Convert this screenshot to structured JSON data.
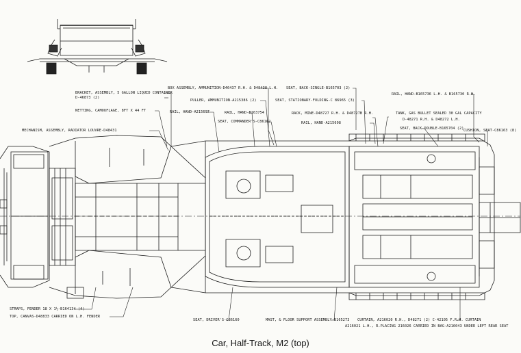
{
  "caption": "Car, Half-Track, M2 (top)",
  "callouts": [
    {
      "id": "bracket",
      "text": "BRACKET, ASSEMBLY, 5 GALLON LIQUID CONTAINER"
    },
    {
      "id": "bracket2",
      "text": "D-46873 (2)"
    },
    {
      "id": "box",
      "text": "BOX ASSEMBLY, AMMUNITION-D46437 R.H. & D48438 L.H."
    },
    {
      "id": "puller",
      "text": "PULLER, AMMUNITION-A215386 (2)"
    },
    {
      "id": "seat_single",
      "text": "SEAT, BACK-SINGLE-B165703 (2)"
    },
    {
      "id": "seat_stationary",
      "text": "SEAT, STATIONARY-FOLDING-C 86965 (3)"
    },
    {
      "id": "rail_hand_right",
      "text": "RAIL, HAND-B165736 L.H. & B165730 R.H."
    },
    {
      "id": "netting",
      "text": "NETTING, CAMOUFLAGE, 8FT X 44 FT"
    },
    {
      "id": "rail_hand_a",
      "text": "RAIL, HAND-A215697"
    },
    {
      "id": "rail_hand_b",
      "text": "RAIL, HAND-B163754"
    },
    {
      "id": "seat_commander",
      "text": "SEAT, COMMANDER'S-C86162"
    },
    {
      "id": "rack",
      "text": "RACK, MINE-D48727 R.H. & D48727B R.H."
    },
    {
      "id": "rail_hand_c",
      "text": "RAIL, HAND-A215698"
    },
    {
      "id": "tank",
      "text": "TANK, GAS BULLET SEALED 30 GAL CAPACITY"
    },
    {
      "id": "tank2",
      "text": "D-48271 R.H. & D48272 L.H."
    },
    {
      "id": "seat_double",
      "text": "SEAT, BACK-DOUBLE-B165704 (2)"
    },
    {
      "id": "cushion",
      "text": "CUSHION, SEAT-C86163 (8)"
    },
    {
      "id": "mechanism",
      "text": "MECHANISM, ASSEMBLY, RADIATOR LOUVRE-D48431"
    },
    {
      "id": "straps",
      "text": "STRAPS, FENDER 18 X 1½-B164134 (4)"
    },
    {
      "id": "top_canvas",
      "text": "TOP, CANVAS-D48833 CARRIED ON L.H. FENDER"
    },
    {
      "id": "seat_drivers",
      "text": "SEAT, DRIVER'S-C86160"
    },
    {
      "id": "mast",
      "text": "MAST, & FLOOR SUPPORT ASSEMBLY-B165273"
    },
    {
      "id": "curtain",
      "text": "CURTAIN, A216020 R.H., D48271 (2) C-42105 F.R.H. CURTAIN"
    },
    {
      "id": "curtain2",
      "text": "A216021 L.H., R.PLACING 216026 CARRIED IN BAG-A216043 UNDER LEFT REAR SEAT"
    }
  ]
}
